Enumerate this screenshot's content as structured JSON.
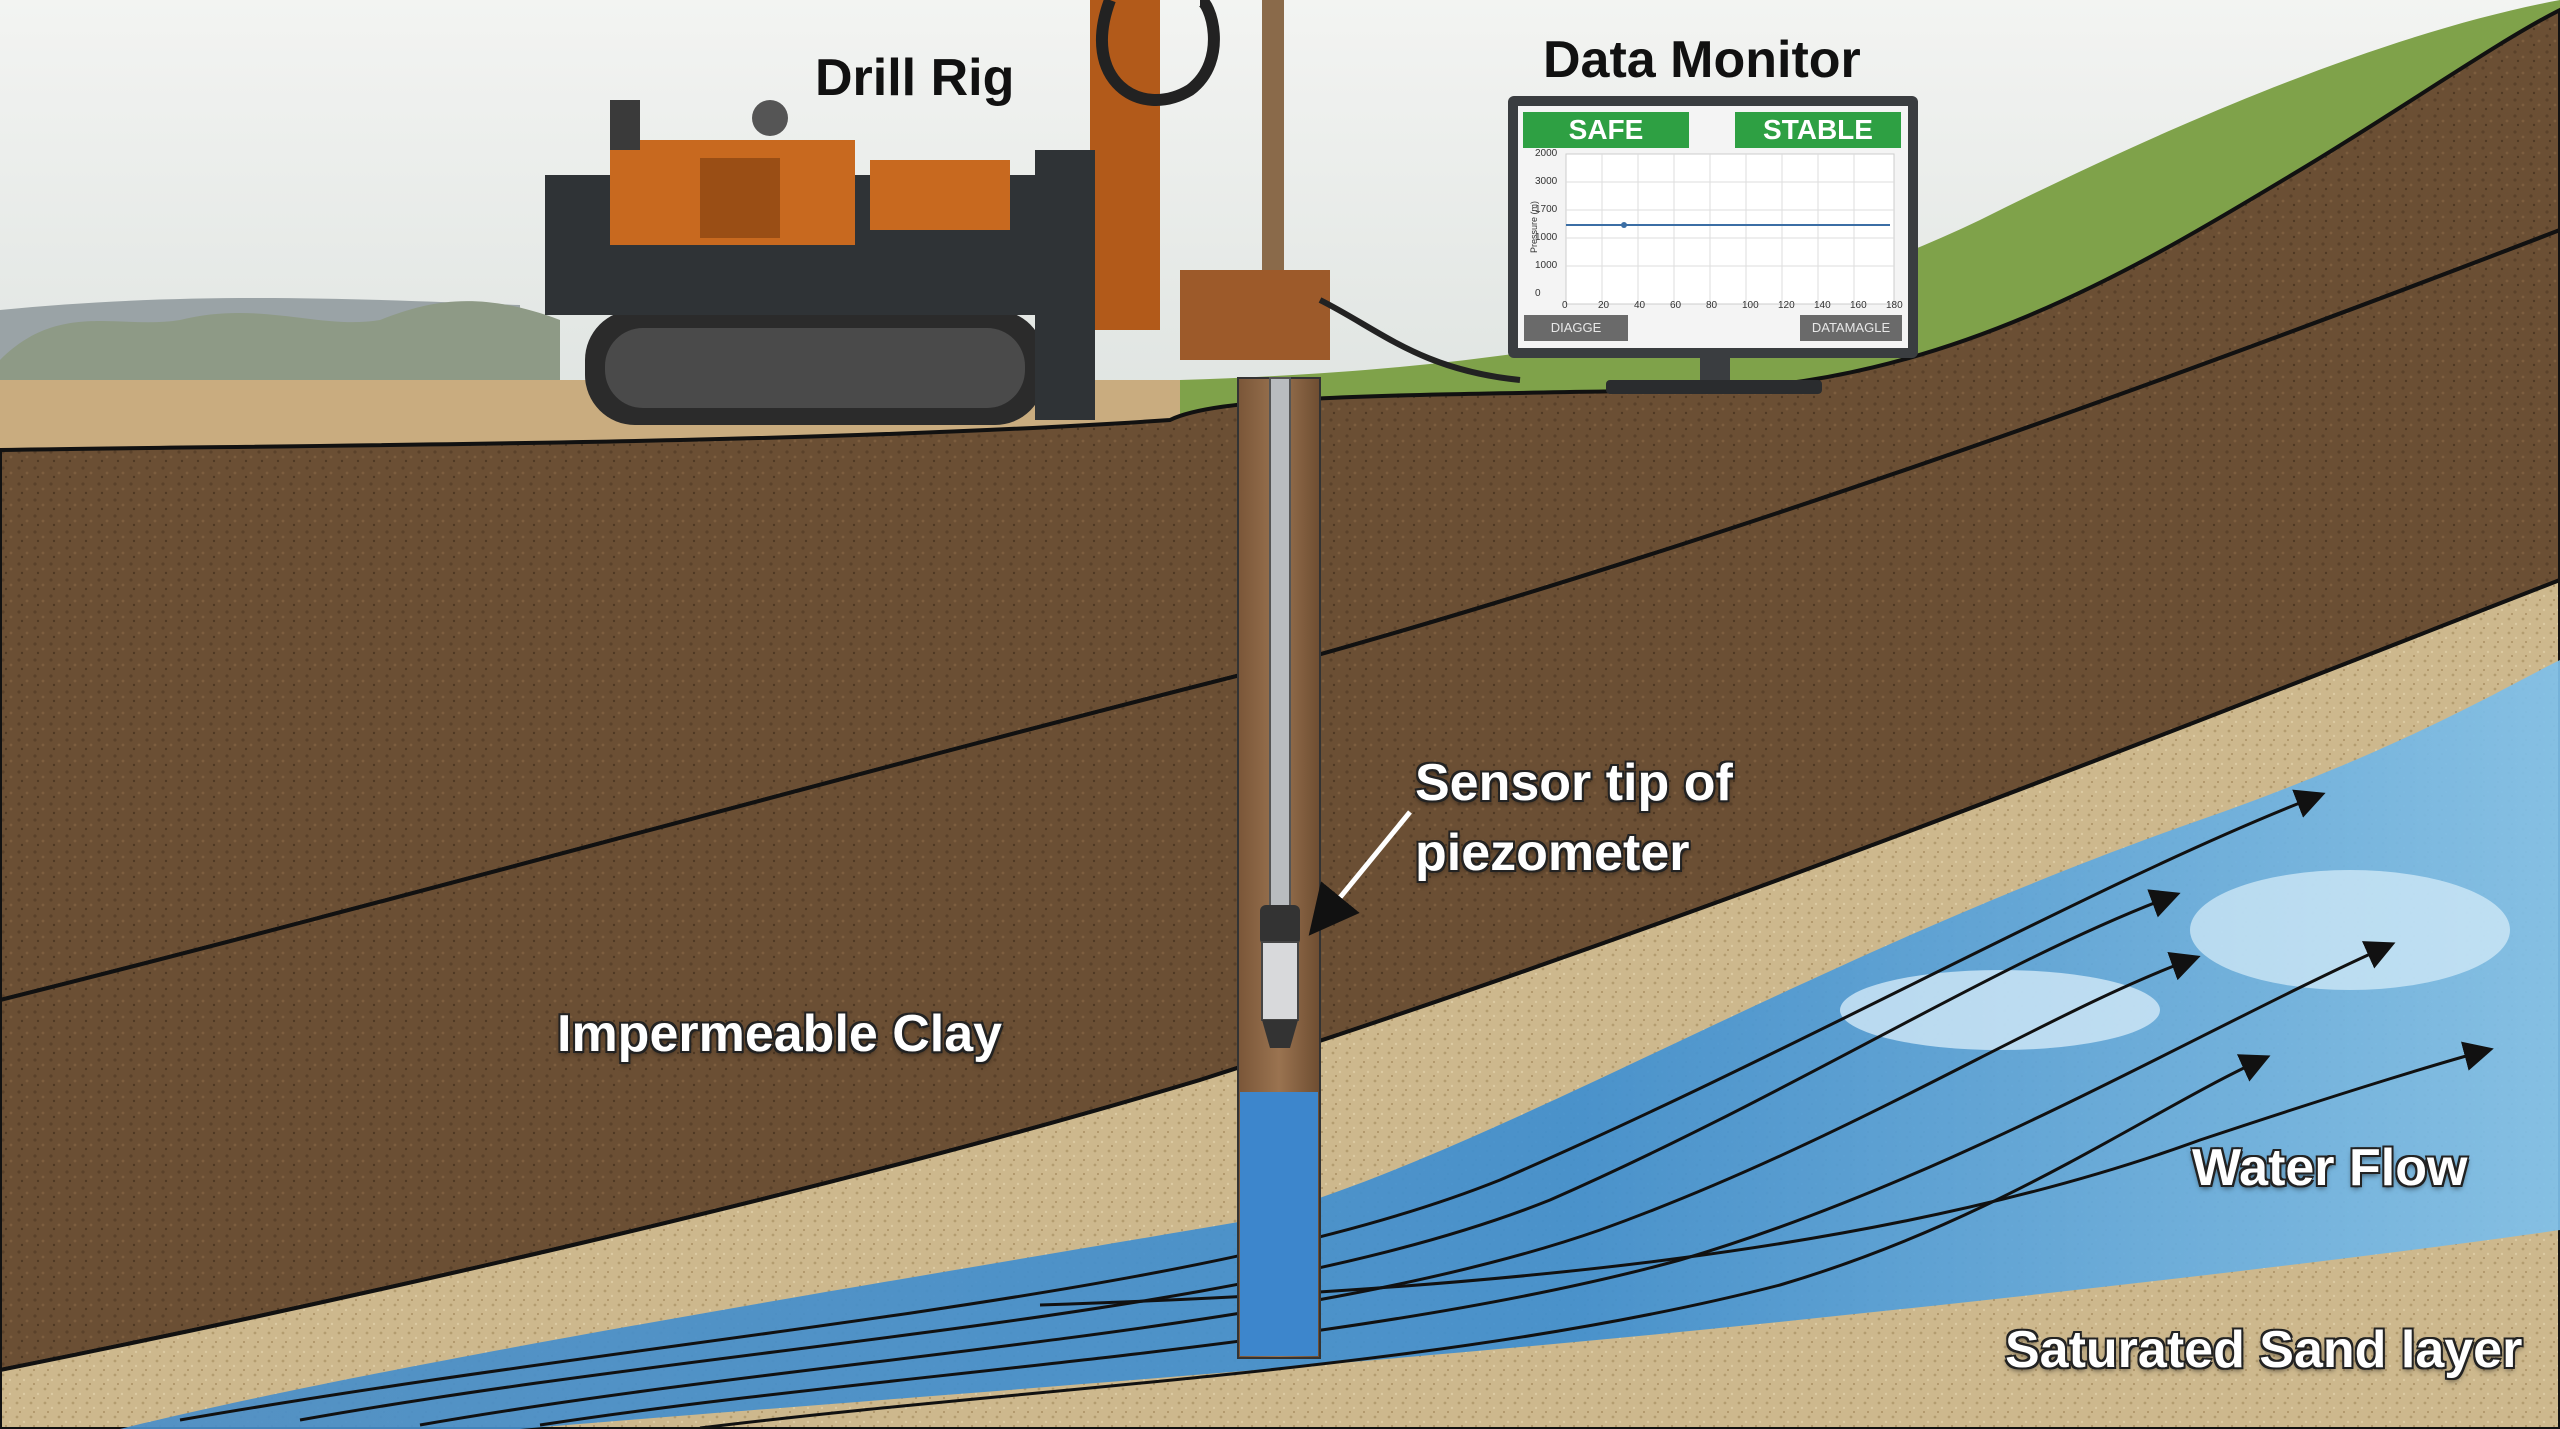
{
  "labels": {
    "drill_rig": "Drill Rig",
    "data_monitor": "Data Monitor",
    "sensor_line1": "Sensor tip of",
    "sensor_line2": "piezometer",
    "clay": "Impermeable Clay",
    "water_flow": "Water Flow",
    "sand": "Saturated Sand layer"
  },
  "monitor": {
    "status_left": "SAFE",
    "status_right": "STABLE",
    "footer_left": "DIAGGE",
    "footer_right": "DATAMAGLE",
    "y_axis_label": "Pressure (m)",
    "y_ticks": [
      "2000",
      "3000",
      "1700",
      "1000",
      "1000",
      "0"
    ],
    "x_ticks": [
      "0",
      "20",
      "40",
      "60",
      "80",
      "100",
      "120",
      "140",
      "160",
      "180"
    ]
  },
  "colors": {
    "sky": "#e9ece9",
    "ground_surface": "#c9ac7f",
    "grass": "#7fa24a",
    "clay": "#6b4f34",
    "sand": "#cdb88d",
    "water": "#3f8fd0",
    "rig_orange": "#c8691f",
    "status_green": "#2ea043"
  }
}
